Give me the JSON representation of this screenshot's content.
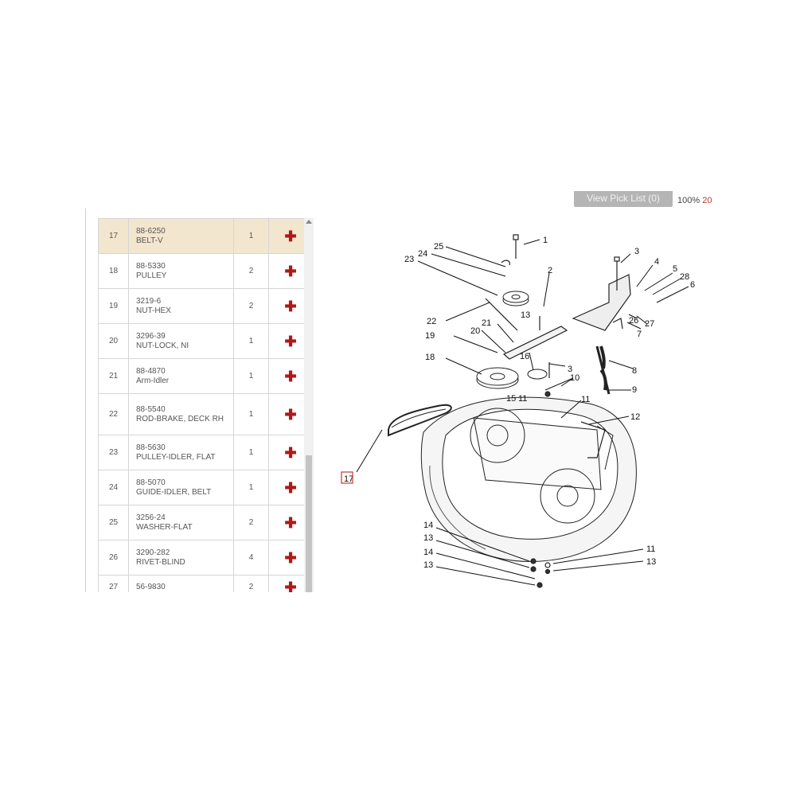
{
  "header": {
    "title_fragment": "",
    "pick_list_label": "View Pick List (0)",
    "zoom_percent": "100%",
    "zoom_extra": "20"
  },
  "parts": [
    {
      "ref": "17",
      "part_no": "88-6250",
      "desc": "BELT-V",
      "qty": "1",
      "selected": true
    },
    {
      "ref": "18",
      "part_no": "88-5330",
      "desc": "PULLEY",
      "qty": "2"
    },
    {
      "ref": "19",
      "part_no": "3219-6",
      "desc": "NUT-HEX",
      "qty": "2"
    },
    {
      "ref": "20",
      "part_no": "3296-39",
      "desc": "NUT-LOCK, NI",
      "qty": "1"
    },
    {
      "ref": "21",
      "part_no": "88-4870",
      "desc": "Arm-Idler",
      "qty": "1"
    },
    {
      "ref": "22",
      "part_no": "88-5540",
      "desc": "ROD-BRAKE, DECK RH",
      "qty": "1"
    },
    {
      "ref": "23",
      "part_no": "88-5630",
      "desc": "PULLEY-IDLER, FLAT",
      "qty": "1"
    },
    {
      "ref": "24",
      "part_no": "88-5070",
      "desc": "GUIDE-IDLER, BELT",
      "qty": "1"
    },
    {
      "ref": "25",
      "part_no": "3256-24",
      "desc": "WASHER-FLAT",
      "qty": "2"
    },
    {
      "ref": "26",
      "part_no": "3290-282",
      "desc": "RIVET-BLIND",
      "qty": "4"
    },
    {
      "ref": "27",
      "part_no": "56-9830",
      "desc": "",
      "qty": "2"
    }
  ],
  "diagram": {
    "callouts": [
      "1",
      "2",
      "3",
      "4",
      "5",
      "28",
      "6",
      "25",
      "24",
      "23",
      "13",
      "22",
      "21",
      "19",
      "20",
      "16",
      "3",
      "18",
      "10",
      "15",
      "11",
      "11",
      "26",
      "27",
      "7",
      "8",
      "9",
      "12",
      "17",
      "14",
      "13",
      "14",
      "13",
      "11",
      "13"
    ],
    "highlighted_callout": "17"
  },
  "colors": {
    "selected_row": "#f3e6cf",
    "add_icon": "#b01717",
    "highlight_box": "#c0392b"
  }
}
